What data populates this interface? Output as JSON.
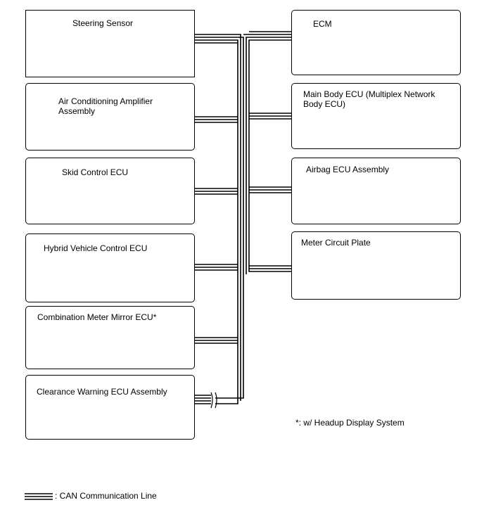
{
  "ecus_left": [
    {
      "id": "steering",
      "label": "Steering Sensor"
    },
    {
      "id": "ac",
      "label": "Air Conditioning Amplifier\nAssembly"
    },
    {
      "id": "skid",
      "label": "Skid Control ECU"
    },
    {
      "id": "hv",
      "label": "Hybrid Vehicle Control ECU"
    },
    {
      "id": "meter-mirror",
      "label": "Combination Meter Mirror ECU*"
    },
    {
      "id": "clearance",
      "label": "Clearance Warning ECU Assembly"
    }
  ],
  "ecus_right": [
    {
      "id": "ecm",
      "label": "ECM"
    },
    {
      "id": "main-body",
      "label": "Main Body ECU (Multiplex Network\nBody ECU)"
    },
    {
      "id": "airbag",
      "label": "Airbag ECU Assembly"
    },
    {
      "id": "meter-plate",
      "label": "Meter Circuit Plate"
    }
  ],
  "footnote": "*: w/ Headup Display System",
  "legend": {
    "label": ": CAN Communication Line"
  }
}
